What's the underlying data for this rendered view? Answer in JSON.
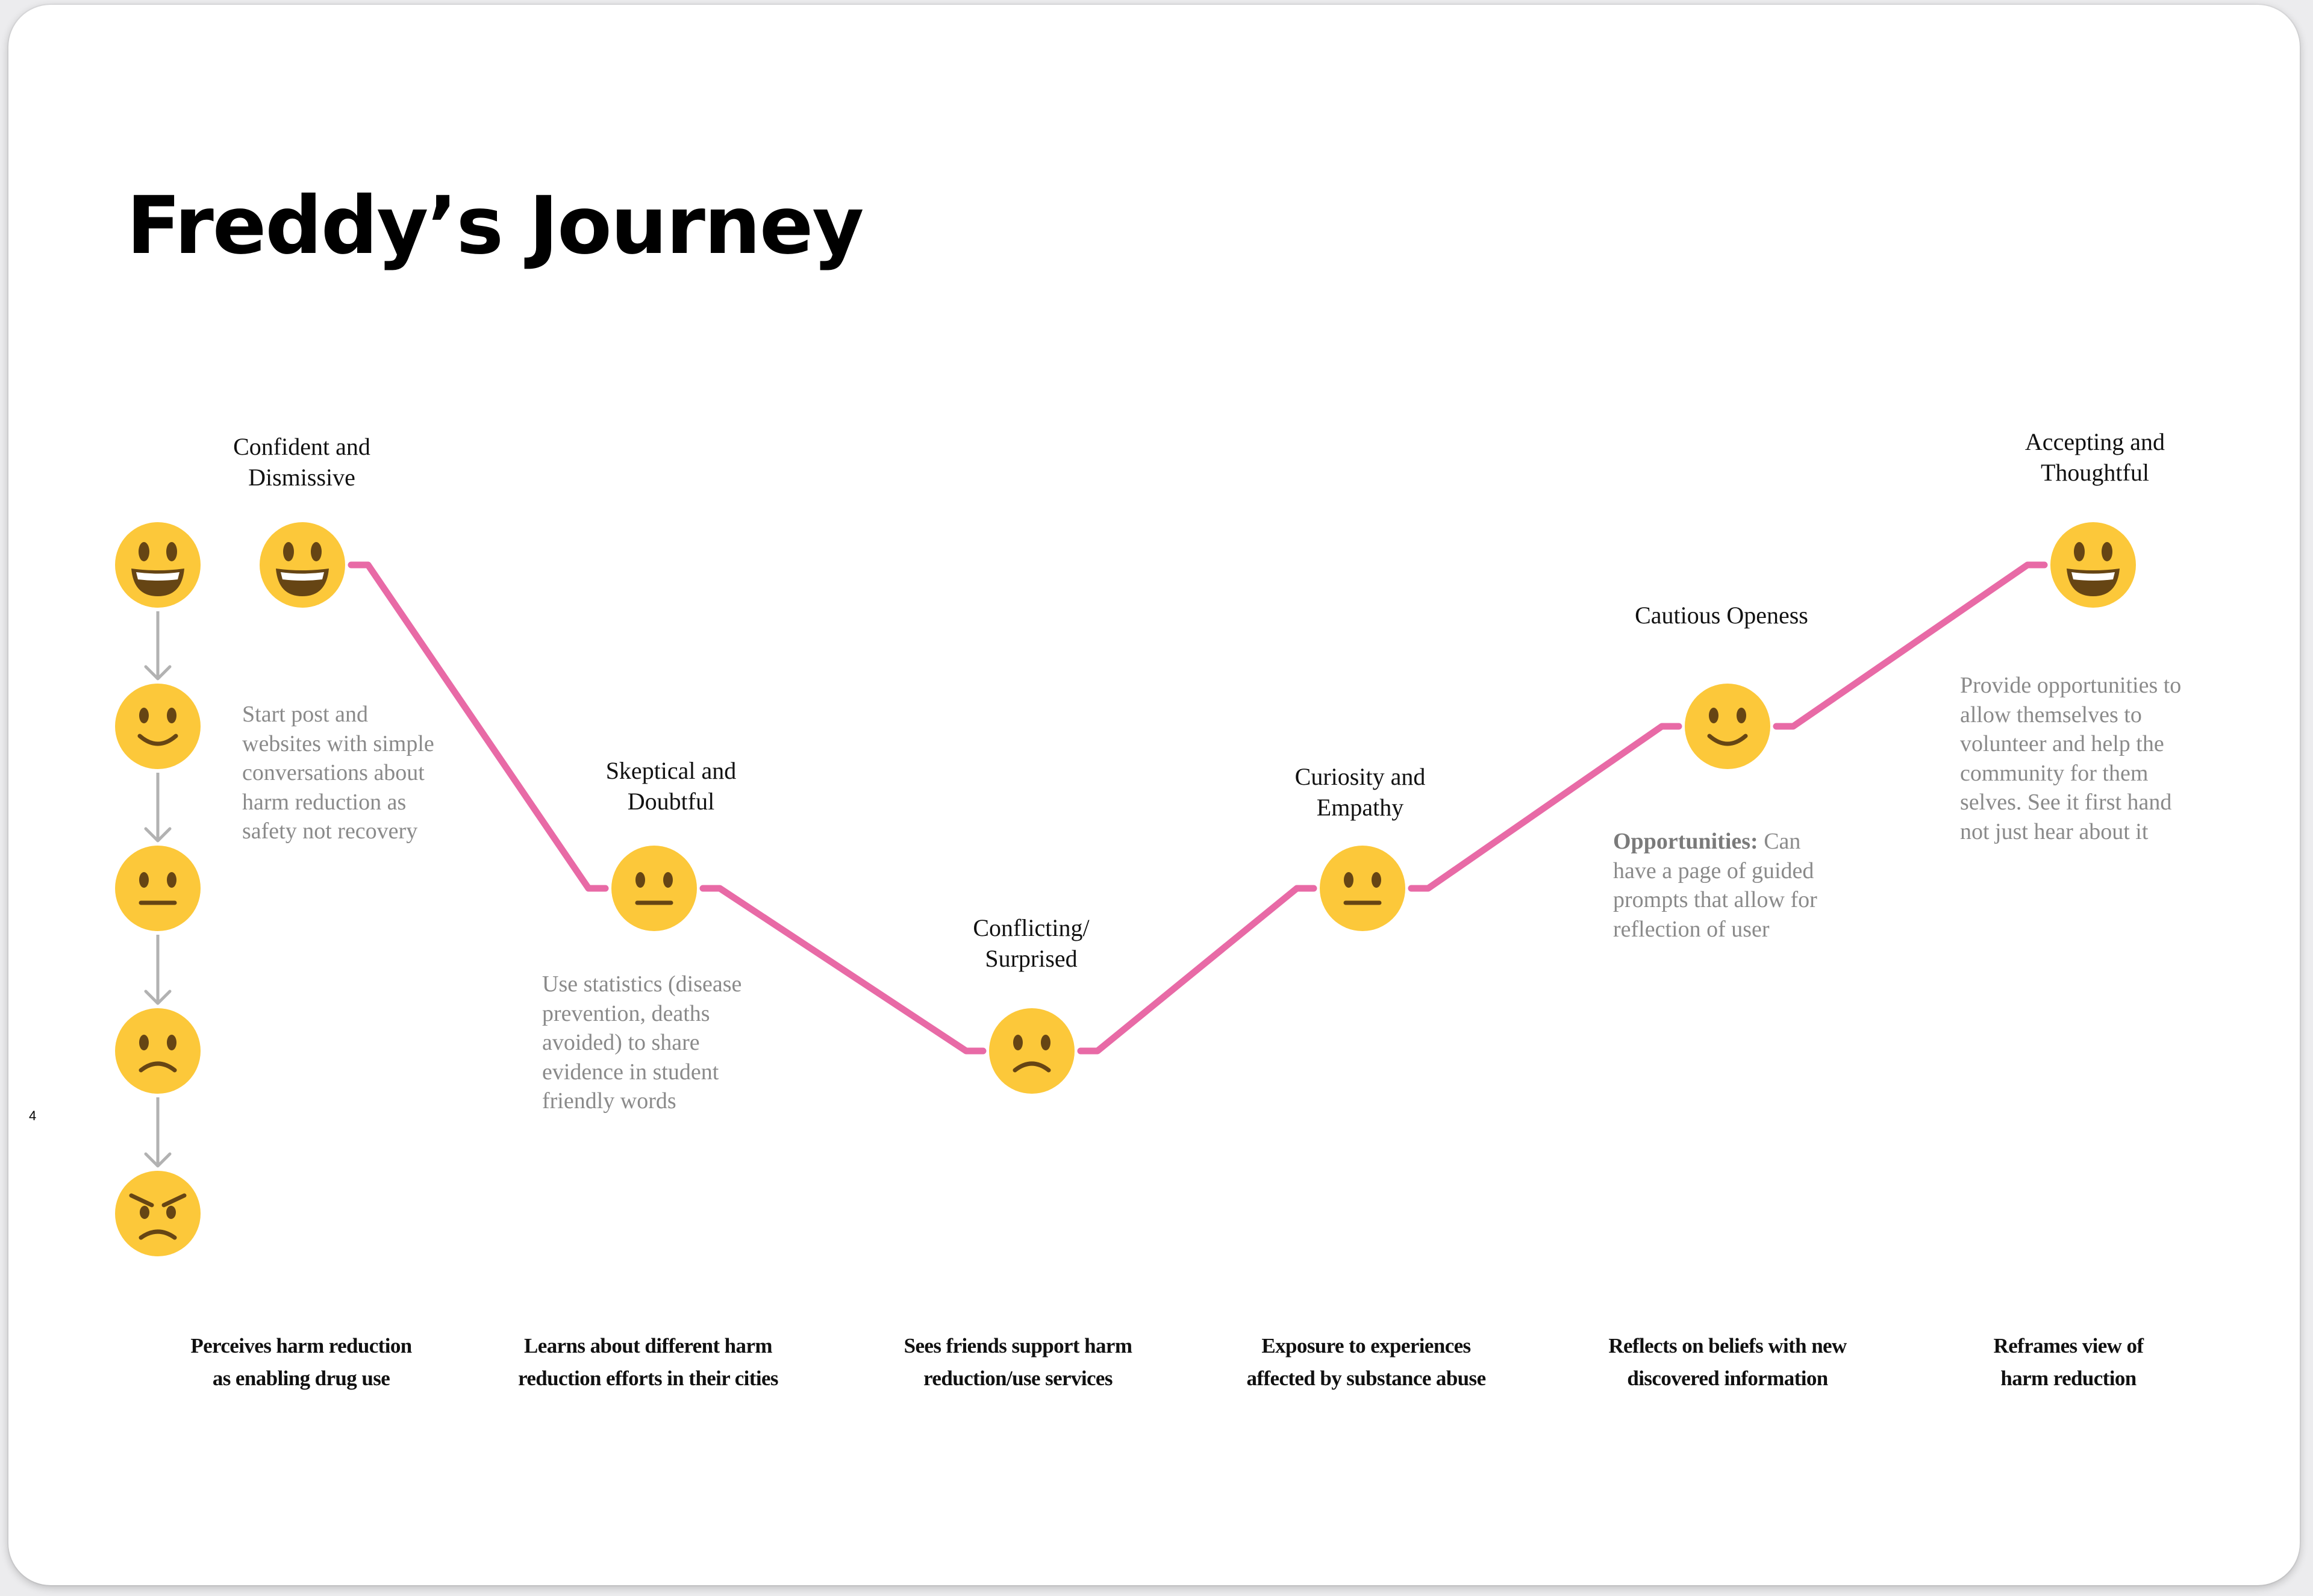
{
  "page": {
    "title": "Freddy’s Journey",
    "page_number": "4"
  },
  "colors": {
    "journey_line": "#e86aa6",
    "face": "#fcc83a",
    "face_features": "#664514",
    "arrow": "#b2b2b2",
    "note_text": "#8a8a8a"
  },
  "legend_scale": [
    {
      "icon": "grinning-face-icon"
    },
    {
      "icon": "smiling-face-icon"
    },
    {
      "icon": "neutral-face-icon"
    },
    {
      "icon": "frowning-face-icon"
    },
    {
      "icon": "angry-face-icon"
    }
  ],
  "journey": [
    {
      "emotion": [
        "Confident and",
        "Dismissive"
      ],
      "level": 5,
      "icon": "grinning-face-icon",
      "note": "Start post and\nwebsites with simple\nconversations about\nharm reduction as\nsafety not recovery",
      "stage": [
        "Perceives harm reduction",
        "as enabling drug use"
      ]
    },
    {
      "emotion": [
        "Skeptical and",
        "Doubtful"
      ],
      "level": 3,
      "icon": "neutral-face-icon",
      "note": "Use statistics (disease\nprevention, deaths\navoided) to share\nevidence in student\nfriendly words",
      "stage": [
        "Learns about different harm",
        "reduction efforts in their cities"
      ]
    },
    {
      "emotion": [
        "Conflicting/",
        "Surprised"
      ],
      "level": 2,
      "icon": "frowning-face-icon",
      "note": "",
      "stage": [
        "Sees friends support harm",
        "reduction/use services"
      ]
    },
    {
      "emotion": [
        "Curiosity and",
        "Empathy"
      ],
      "level": 3,
      "icon": "neutral-face-icon",
      "note": "",
      "stage": [
        "Exposure to experiences",
        "affected by substance abuse"
      ]
    },
    {
      "emotion": [
        "Cautious Openess"
      ],
      "level": 4,
      "icon": "smiling-face-icon",
      "note_label": "Opportunities:",
      "note": " Can\nhave a page of guided\nprompts that allow for\nreflection of user",
      "stage": [
        "Reflects on beliefs with new",
        "discovered information"
      ]
    },
    {
      "emotion": [
        "Accepting and",
        "Thoughtful"
      ],
      "level": 5,
      "icon": "grinning-face-icon",
      "note": "Provide opportunities to\nallow themselves to\nvolunteer and help the\ncommunity for them\nselves. See it first hand\nnot just hear about it",
      "stage": [
        "Reframes view of",
        "harm reduction"
      ]
    }
  ]
}
